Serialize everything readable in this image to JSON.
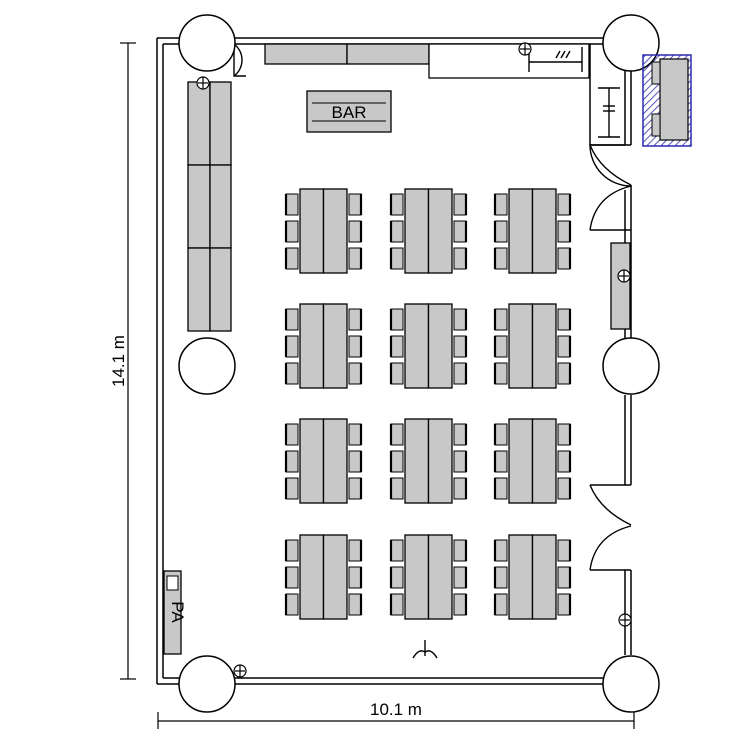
{
  "floorplan": {
    "bar_label": "BAR",
    "pa_label": "PA",
    "dimension_height_label": "14.1 m",
    "dimension_width_label": "10.1 m",
    "table_rows": 4,
    "table_columns": 3,
    "colors": {
      "furniture_fill": "#c8c8c8",
      "line": "#000000",
      "hatch": "#2b2bb0",
      "background": "#ffffff"
    },
    "icons": [
      "socket-icon",
      "ceiling-fan-icon",
      "hatched-stage-icon"
    ]
  }
}
